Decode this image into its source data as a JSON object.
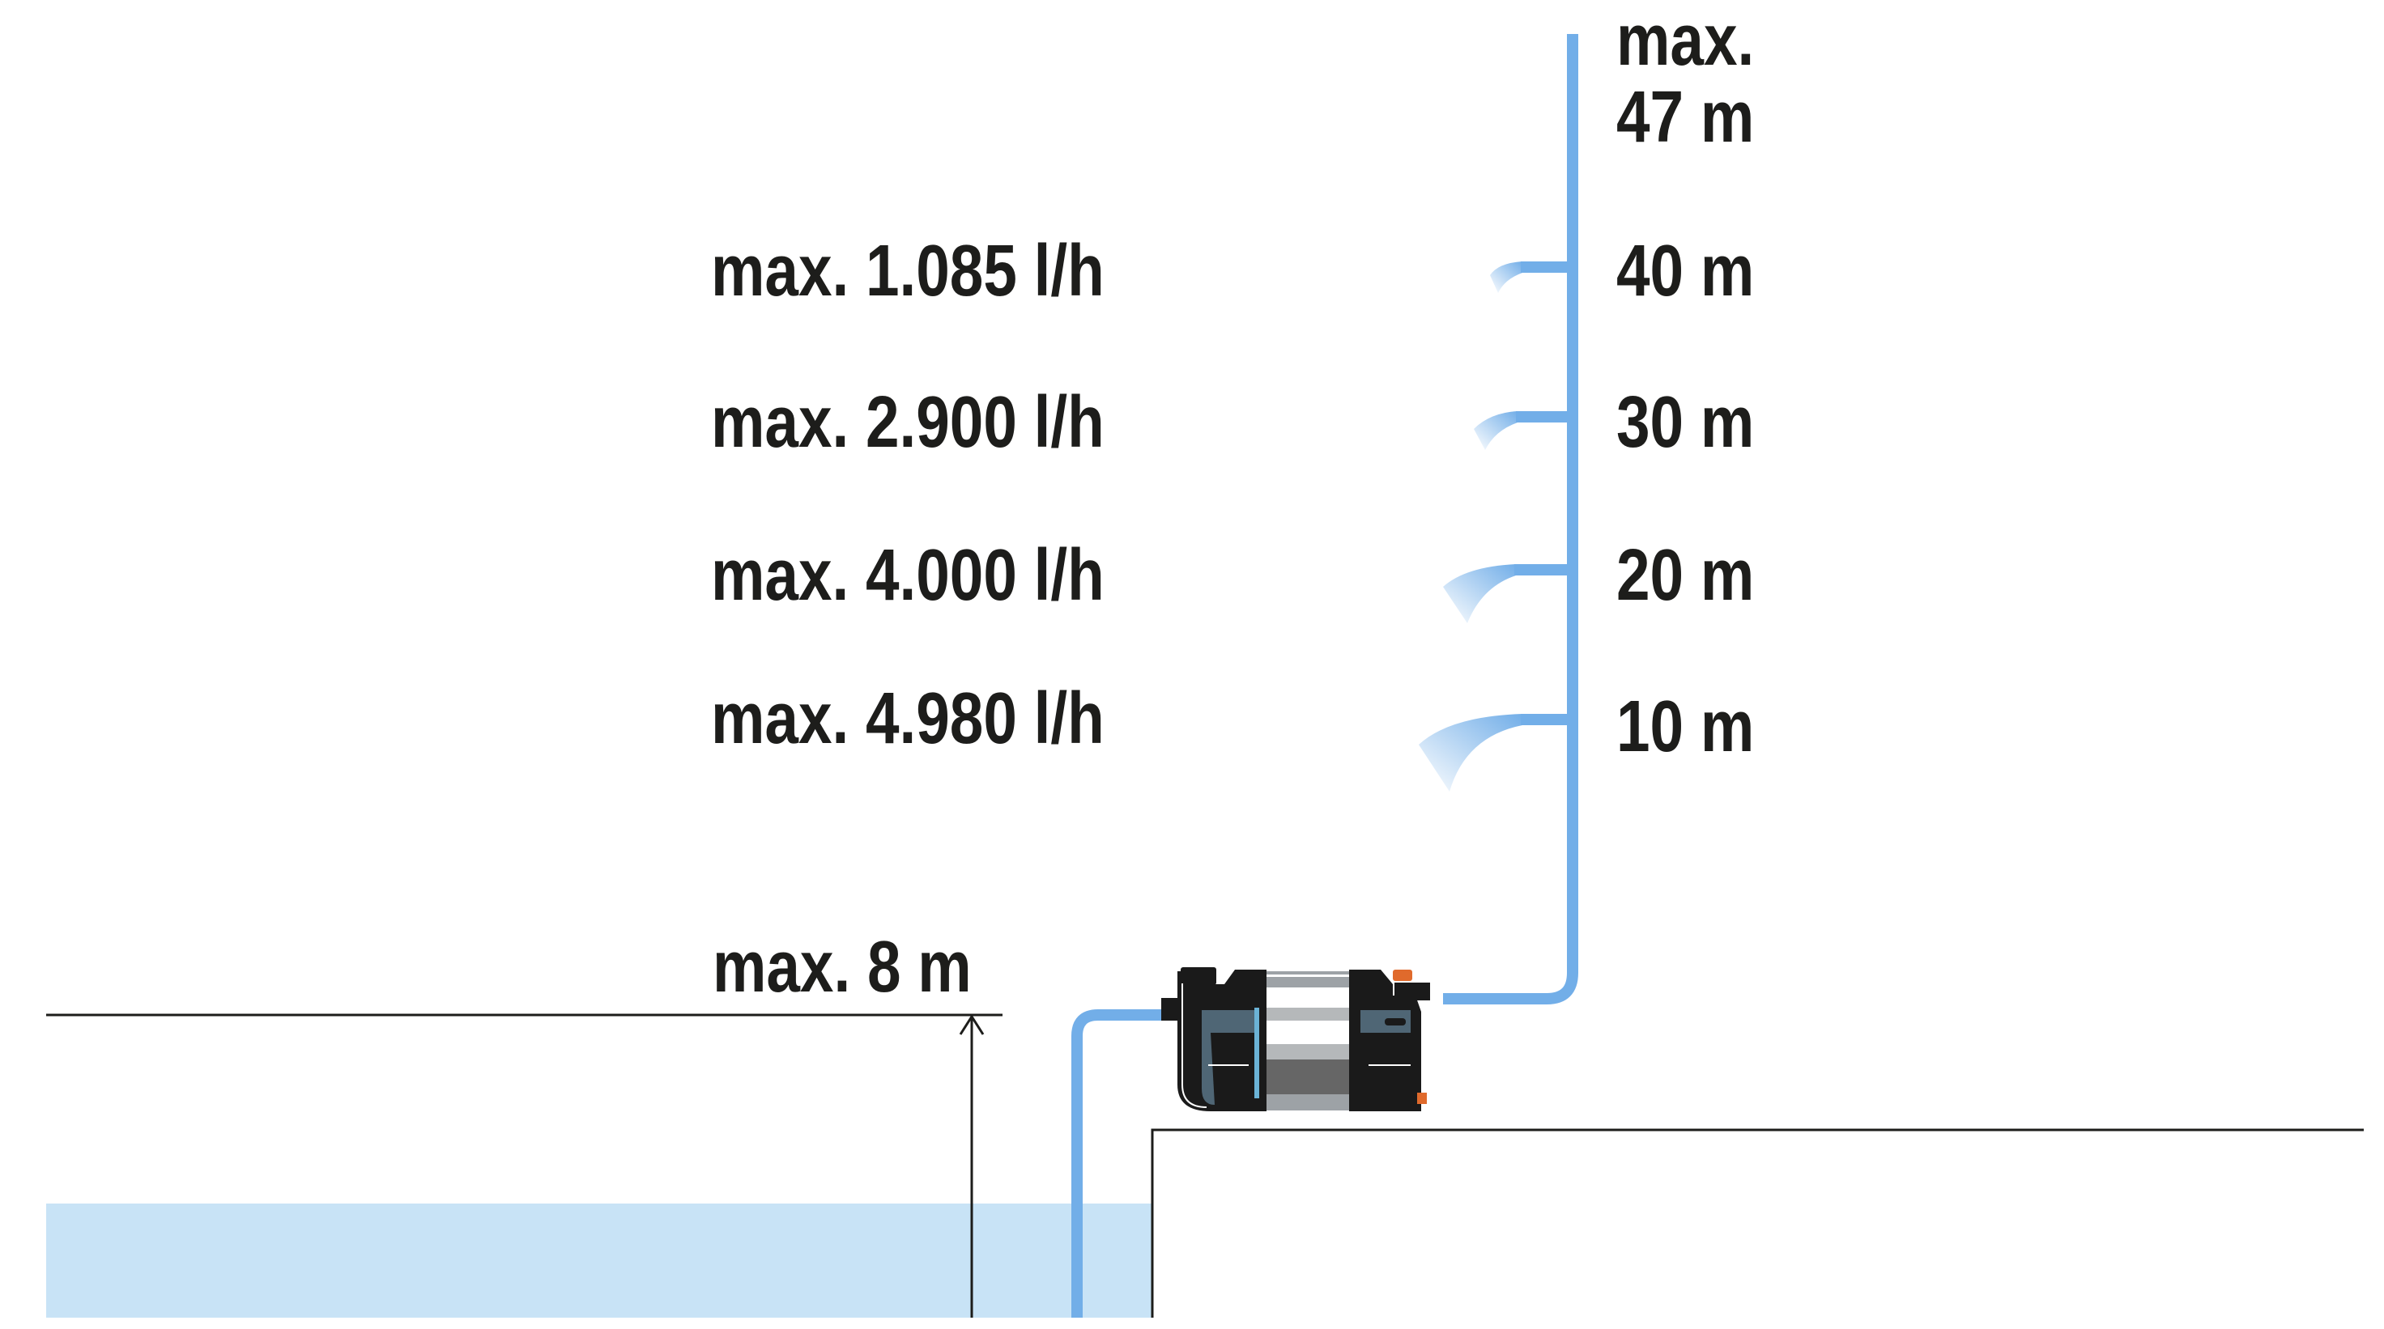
{
  "diagram": {
    "max_height_label_line1": "max.",
    "max_height_label_line2": "47 m",
    "levels": [
      {
        "height": "40 m",
        "flow": "max. 1.085 l/h"
      },
      {
        "height": "30 m",
        "flow": "max. 2.900 l/h"
      },
      {
        "height": "20 m",
        "flow": "max. 4.000 l/h"
      },
      {
        "height": "10 m",
        "flow": "max. 4.980 l/h"
      }
    ],
    "suction_label": "max. 8 m",
    "colors": {
      "pipe": "#72aee8",
      "water": "#c8e3f6",
      "text": "#1d1d1b",
      "pump_body": "#1a1a1a",
      "pump_accent": "#4f6675",
      "pump_knob": "#e06a2c"
    },
    "icons": [
      "garden-pump-icon",
      "up-arrow-icon"
    ]
  }
}
